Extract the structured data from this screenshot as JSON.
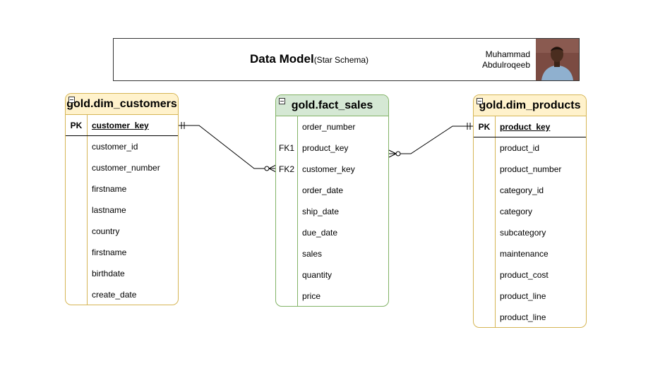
{
  "banner": {
    "title": "Data Model",
    "subtitle": "(Star Schema)",
    "author_line1": "Muhammad",
    "author_line2": "Abdulroqeeb"
  },
  "customers": {
    "name": "gold.dim_customers",
    "pk_label": "PK",
    "pk_field": "customer_key",
    "fields": [
      "customer_id",
      "customer_number",
      "firstname",
      "lastname",
      "country",
      "firstname",
      "birthdate",
      "create_date"
    ]
  },
  "fact": {
    "name": "gold.fact_sales",
    "rows": [
      {
        "key": "",
        "field": "order_number"
      },
      {
        "key": "FK1",
        "field": "product_key"
      },
      {
        "key": "FK2",
        "field": "customer_key"
      },
      {
        "key": "",
        "field": "order_date"
      },
      {
        "key": "",
        "field": "ship_date"
      },
      {
        "key": "",
        "field": "due_date"
      },
      {
        "key": "",
        "field": "sales"
      },
      {
        "key": "",
        "field": "quantity"
      },
      {
        "key": "",
        "field": "price"
      }
    ]
  },
  "products": {
    "name": "gold.dim_products",
    "pk_label": "PK",
    "pk_field": "product_key",
    "fields": [
      "product_id",
      "product_number",
      "category_id",
      "category",
      "subcategory",
      "maintenance",
      "product_cost",
      "product_line",
      "product_line"
    ]
  },
  "relationships": [
    {
      "from": "gold.dim_customers.customer_key",
      "from_cardinality": "one-and-only-one",
      "to": "gold.fact_sales.customer_key",
      "to_cardinality": "zero-or-many"
    },
    {
      "from": "gold.dim_products.product_key",
      "from_cardinality": "one-and-only-one",
      "to": "gold.fact_sales.product_key",
      "to_cardinality": "zero-or-many"
    }
  ],
  "colors": {
    "dim_fill": "#fff2cc",
    "dim_border": "#d6b656",
    "fact_fill": "#d5e8d4",
    "fact_border": "#82b366"
  }
}
